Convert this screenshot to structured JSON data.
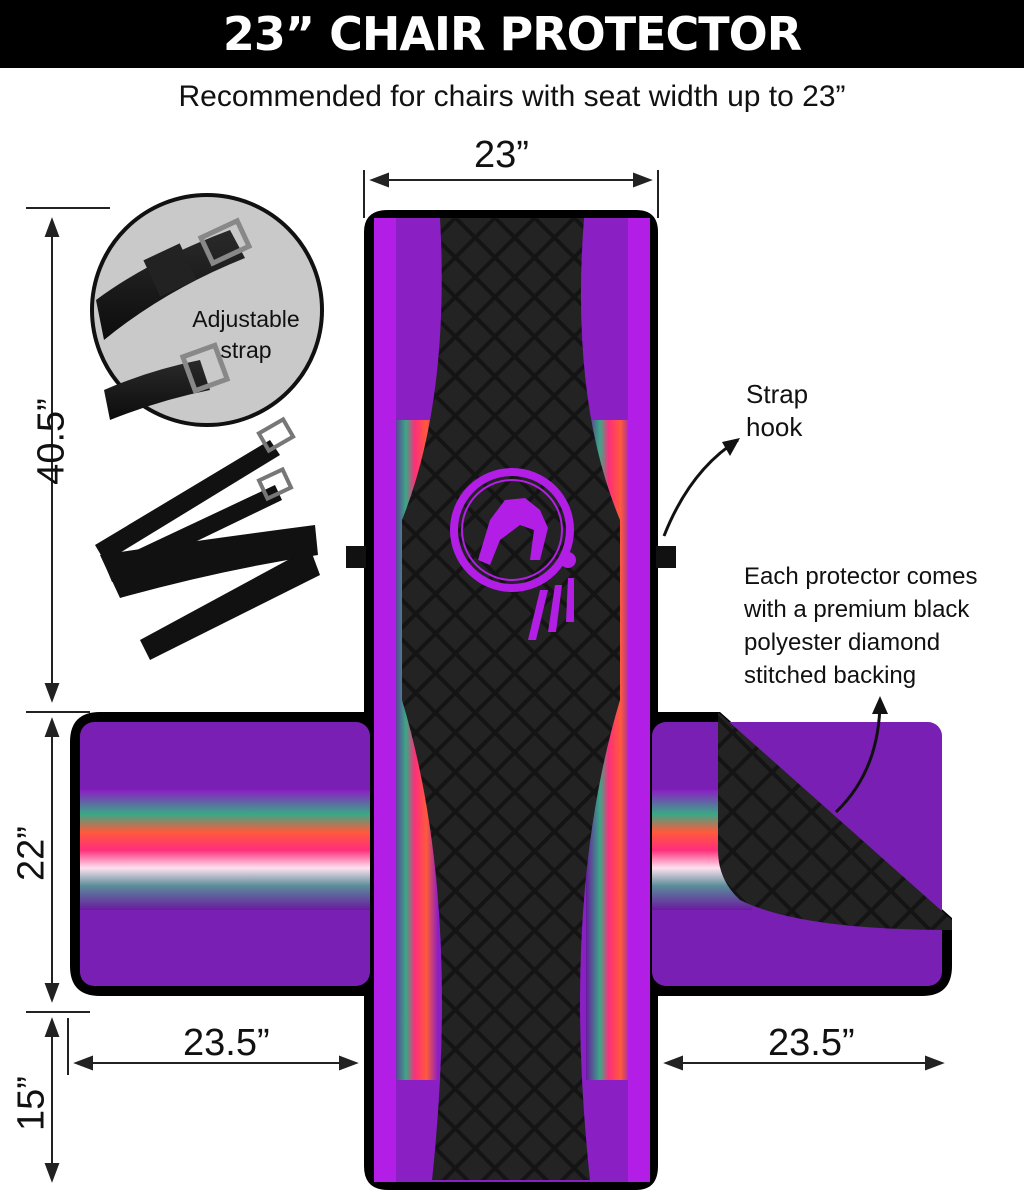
{
  "header": {
    "title": "23” CHAIR PROTECTOR"
  },
  "subtitle": "Recommended for chairs with seat width up to 23”",
  "dimensions": {
    "top_width": "23”",
    "back_height": "40.5”",
    "seat_depth": "22”",
    "front_flap": "15”",
    "left_arm": "23.5”",
    "right_arm": "23.5”"
  },
  "callouts": {
    "strap_label_line1": "Adjustable",
    "strap_label_line2": "strap",
    "hook_line1": "Strap",
    "hook_line2": "hook",
    "backing_line1": "Each protector comes",
    "backing_line2": "with a premium black",
    "backing_line3": "polyester diamond",
    "backing_line4": "stitched backing"
  },
  "colors": {
    "accent": "#b31ee6",
    "pattern_pink": "#ff2e7a",
    "black": "#111111"
  }
}
